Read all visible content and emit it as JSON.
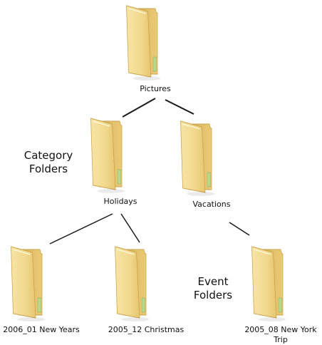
{
  "folders": {
    "pictures": {
      "label": "Pictures",
      "icon": "folder-icon"
    },
    "holidays": {
      "label": "Holidays",
      "icon": "folder-icon"
    },
    "vacations": {
      "label": "Vacations",
      "icon": "folder-icon"
    },
    "new_years": {
      "label": "2006_01 New Years",
      "icon": "folder-icon"
    },
    "christmas": {
      "label": "2005_12 Christmas",
      "icon": "folder-icon"
    },
    "new_york": {
      "label_line1": "2005_08 New York",
      "label_line2": "Trip",
      "icon": "folder-icon"
    }
  },
  "groups": {
    "category": {
      "line1": "Category",
      "line2": "Folders"
    },
    "event": {
      "line1": "Event",
      "line2": "Folders"
    }
  },
  "colors": {
    "folder_back": "#E9CB74",
    "folder_front": "#F5DE98",
    "folder_edge": "#C9A24A",
    "paper_green": "#B9D88A",
    "connector": "#1a1a1a"
  }
}
